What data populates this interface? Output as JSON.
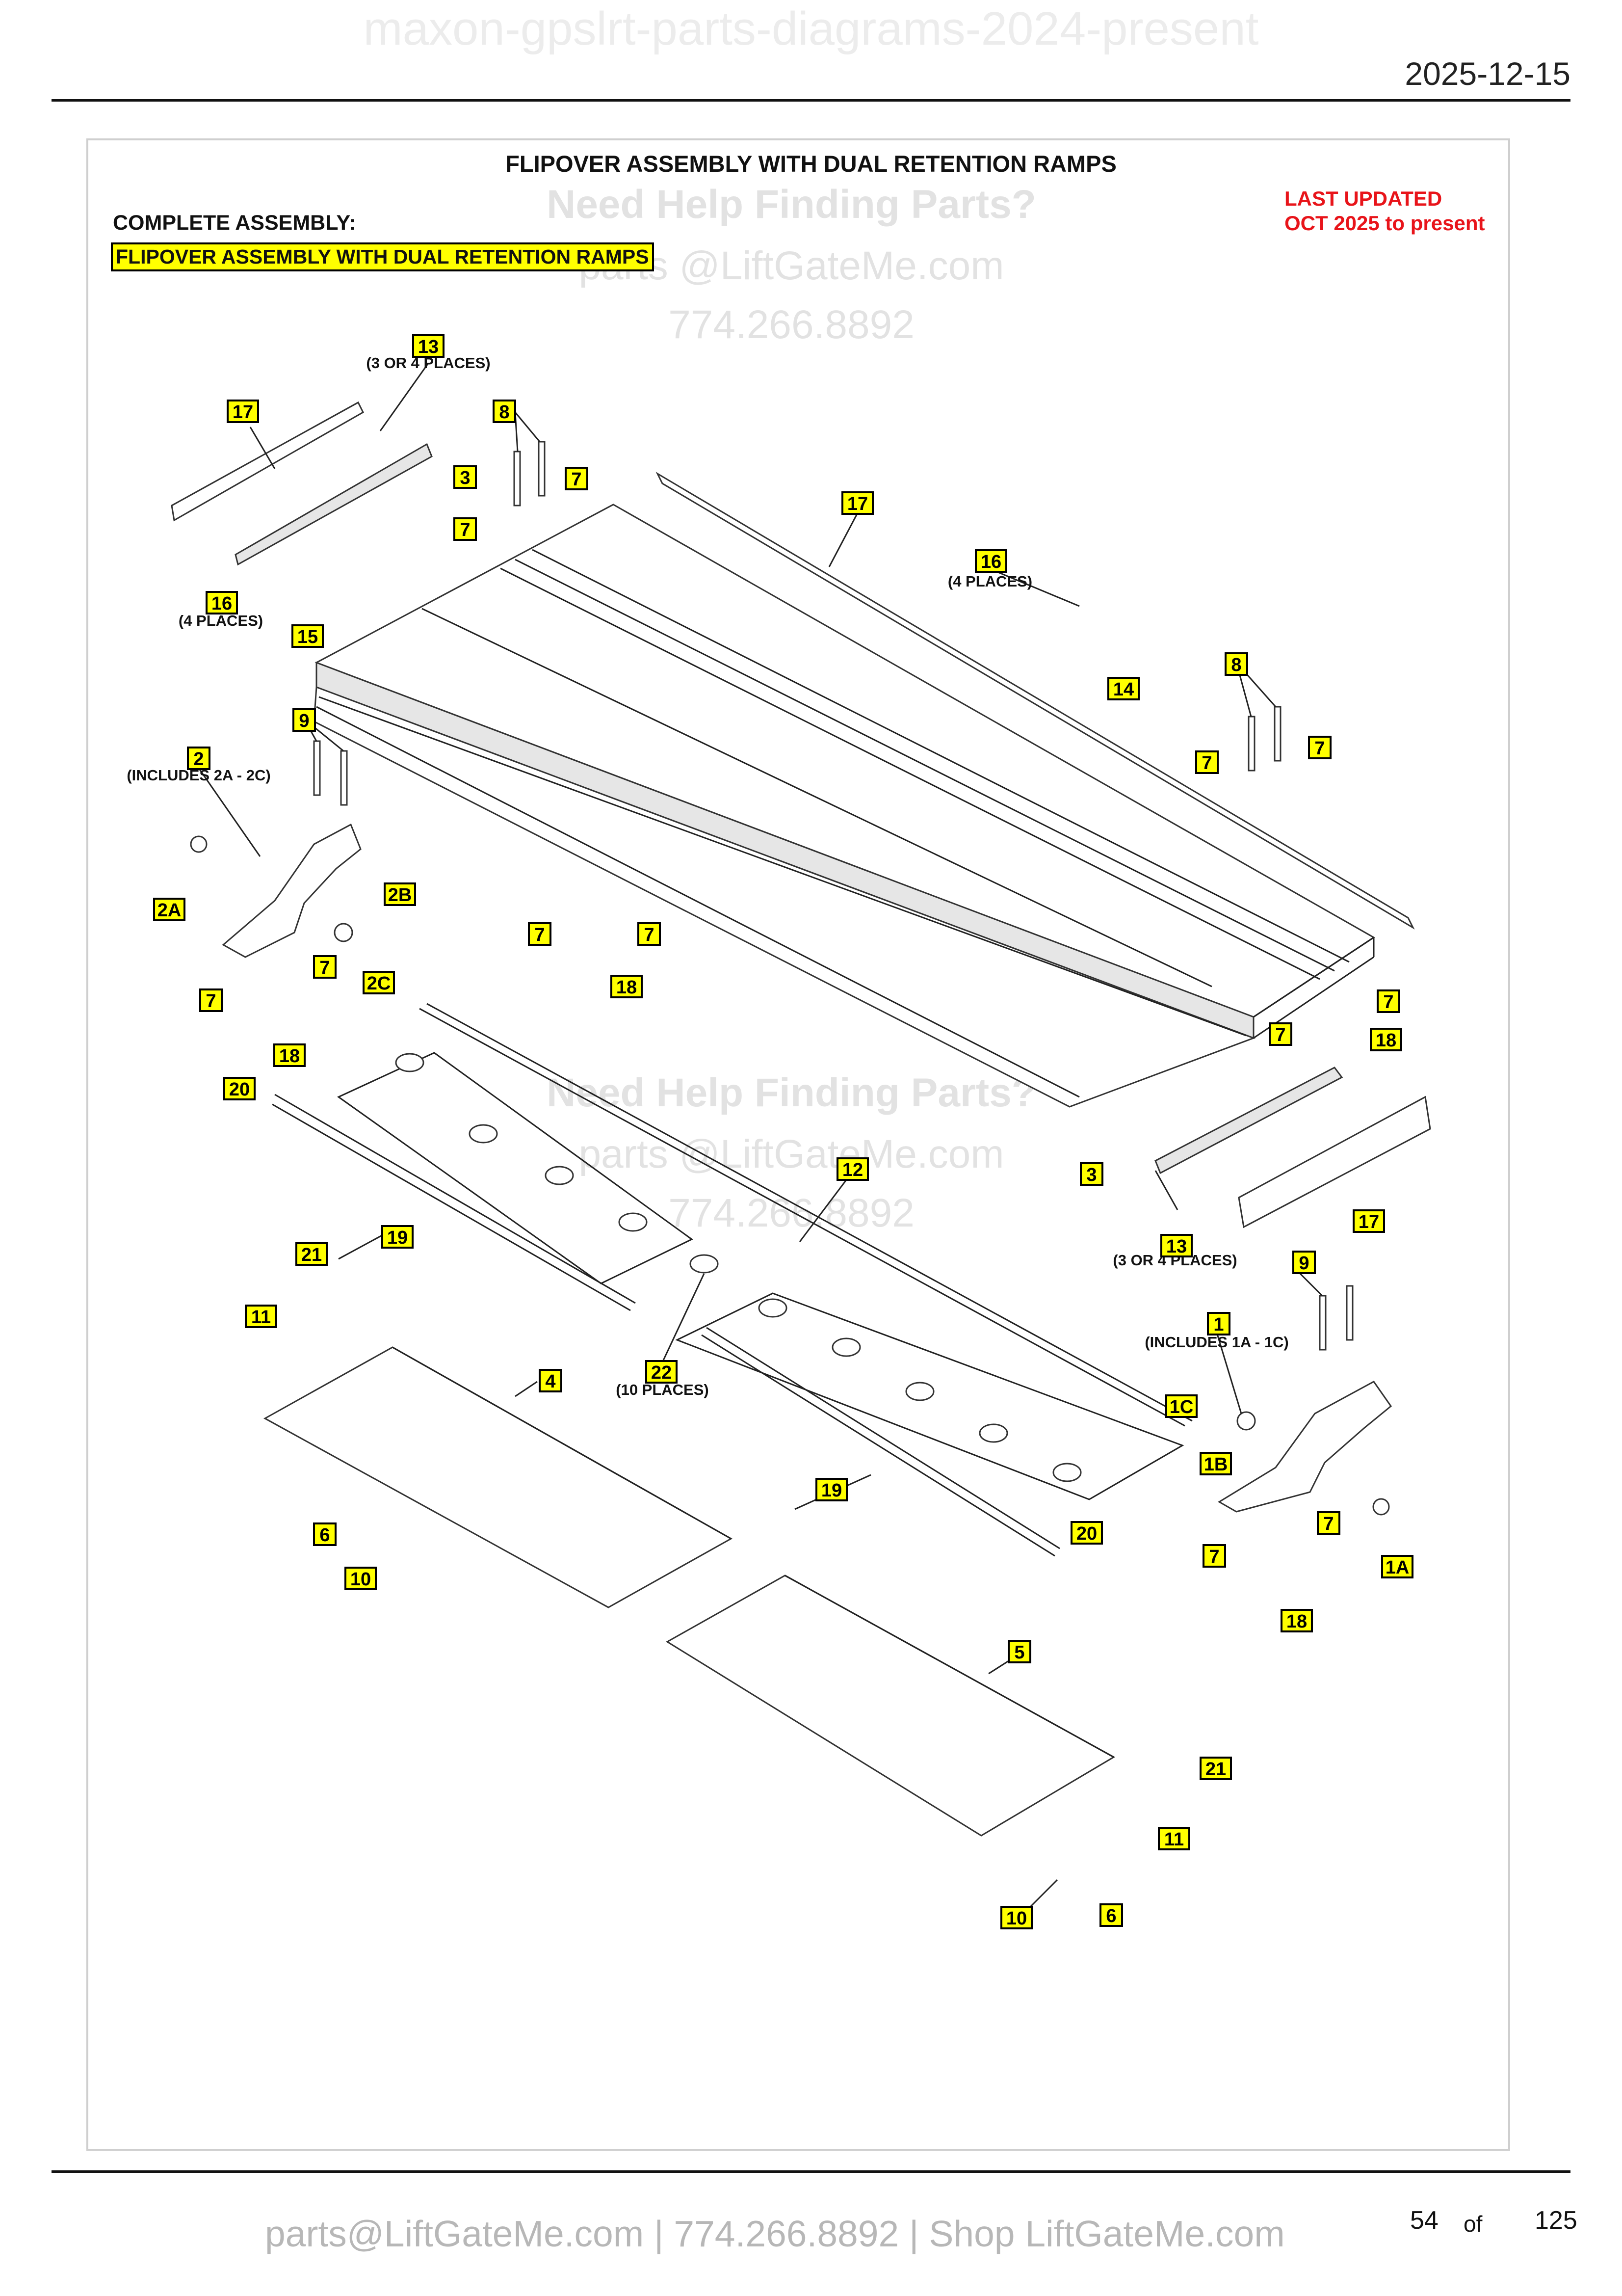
{
  "header": {
    "watermark_title": "maxon-gpslrt-parts-diagrams-2024-present",
    "date": "2025-12-15"
  },
  "diagram": {
    "title": "FLIPOVER ASSEMBLY WITH DUAL RETENTION RAMPS",
    "complete_assembly_label": "COMPLETE ASSEMBLY:",
    "assembly_name": "FLIPOVER ASSEMBLY WITH DUAL RETENTION RAMPS",
    "last_updated_line1": "LAST UPDATED",
    "last_updated_line2": "OCT 2025 to present"
  },
  "watermark": {
    "line1": "Need Help Finding Parts?",
    "line2": "parts @LiftGateMe.com",
    "line3": "774.266.8892"
  },
  "callouts": [
    {
      "id": "c13a",
      "label": "13"
    },
    {
      "id": "c17a",
      "label": "17"
    },
    {
      "id": "c8a",
      "label": "8"
    },
    {
      "id": "c3a",
      "label": "3"
    },
    {
      "id": "c7a",
      "label": "7"
    },
    {
      "id": "c7b",
      "label": "7"
    },
    {
      "id": "c17b",
      "label": "17"
    },
    {
      "id": "c16a",
      "label": "16"
    },
    {
      "id": "c16b",
      "label": "16"
    },
    {
      "id": "c15",
      "label": "15"
    },
    {
      "id": "c14",
      "label": "14"
    },
    {
      "id": "c8b",
      "label": "8"
    },
    {
      "id": "c7c",
      "label": "7"
    },
    {
      "id": "c7d",
      "label": "7"
    },
    {
      "id": "c9a",
      "label": "9"
    },
    {
      "id": "c2",
      "label": "2"
    },
    {
      "id": "c2A",
      "label": "2A"
    },
    {
      "id": "c2B",
      "label": "2B"
    },
    {
      "id": "c2C",
      "label": "2C"
    },
    {
      "id": "c7e",
      "label": "7"
    },
    {
      "id": "c7f",
      "label": "7"
    },
    {
      "id": "c18a",
      "label": "18"
    },
    {
      "id": "c7g",
      "label": "7"
    },
    {
      "id": "c7h",
      "label": "7"
    },
    {
      "id": "c18b",
      "label": "18"
    },
    {
      "id": "c7i",
      "label": "7"
    },
    {
      "id": "c7j",
      "label": "7"
    },
    {
      "id": "c18c",
      "label": "18"
    },
    {
      "id": "c20a",
      "label": "20"
    },
    {
      "id": "c3b",
      "label": "3"
    },
    {
      "id": "c12",
      "label": "12"
    },
    {
      "id": "c19a",
      "label": "19"
    },
    {
      "id": "c13b",
      "label": "13"
    },
    {
      "id": "c17c",
      "label": "17"
    },
    {
      "id": "c9b",
      "label": "9"
    },
    {
      "id": "c21a",
      "label": "21"
    },
    {
      "id": "c11a",
      "label": "11"
    },
    {
      "id": "c1",
      "label": "1"
    },
    {
      "id": "c4",
      "label": "4"
    },
    {
      "id": "c22",
      "label": "22"
    },
    {
      "id": "c1C",
      "label": "1C"
    },
    {
      "id": "c1B",
      "label": "1B"
    },
    {
      "id": "c19b",
      "label": "19"
    },
    {
      "id": "c7k",
      "label": "7"
    },
    {
      "id": "c7l",
      "label": "7"
    },
    {
      "id": "c1A",
      "label": "1A"
    },
    {
      "id": "c6a",
      "label": "6"
    },
    {
      "id": "c20b",
      "label": "20"
    },
    {
      "id": "c10a",
      "label": "10"
    },
    {
      "id": "c18d",
      "label": "18"
    },
    {
      "id": "c5",
      "label": "5"
    },
    {
      "id": "c21b",
      "label": "21"
    },
    {
      "id": "c11b",
      "label": "11"
    },
    {
      "id": "c10b",
      "label": "10"
    },
    {
      "id": "c6b",
      "label": "6"
    }
  ],
  "notes": [
    {
      "id": "n13a",
      "text": "(3 OR 4 PLACES)"
    },
    {
      "id": "n16a",
      "text": "(4 PLACES)"
    },
    {
      "id": "n16b",
      "text": "(4 PLACES)"
    },
    {
      "id": "n2",
      "text": "(INCLUDES 2A - 2C)"
    },
    {
      "id": "n13b",
      "text": "(3 OR 4 PLACES)"
    },
    {
      "id": "n1",
      "text": "(INCLUDES 1A - 1C)"
    },
    {
      "id": "n22",
      "text": "(10 PLACES)"
    }
  ],
  "footer": {
    "contact": "parts@LiftGateMe.com | 774.266.8892 | Shop LiftGateMe.com",
    "page_number": "54",
    "page_of": "of",
    "page_total": "125"
  }
}
